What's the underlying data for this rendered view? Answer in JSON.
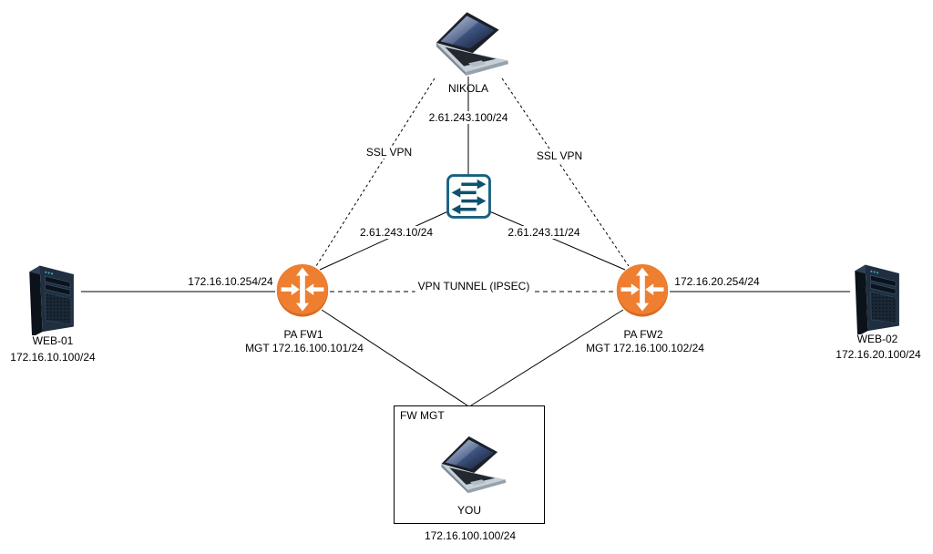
{
  "diagram": {
    "nodes": {
      "nikola": {
        "name": "NIKOLA",
        "ip": "2.61.243.100/24"
      },
      "switch": {
        "left_if_ip": "2.61.243.10/24",
        "right_if_ip": "2.61.243.11/24"
      },
      "fw1": {
        "name": "PA FW1",
        "mgt_ip": "MGT 172.16.100.101/24",
        "lan_ip": "172.16.10.254/24"
      },
      "fw2": {
        "name": "PA FW2",
        "mgt_ip": "MGT 172.16.100.102/24",
        "lan_ip": "172.16.20.254/24"
      },
      "web01": {
        "name": "WEB-01",
        "ip": "172.16.10.100/24"
      },
      "web02": {
        "name": "WEB-02",
        "ip": "172.16.20.100/24"
      },
      "mgmt_zone": {
        "name": "FW MGT"
      },
      "you": {
        "name": "YOU",
        "ip": "172.16.100.100/24"
      }
    },
    "links": {
      "ssl_vpn_left": "SSL VPN",
      "ssl_vpn_right": "SSL VPN",
      "ipsec_tunnel": "VPN TUNNEL (IPSEC)"
    },
    "colors": {
      "firewall_fill": "#EE7E30",
      "firewall_rim": "#D96A1F",
      "switch_stroke": "#17607F",
      "switch_arrow": "#0E516D",
      "wire": "#000000",
      "label_text": "#000000"
    }
  }
}
